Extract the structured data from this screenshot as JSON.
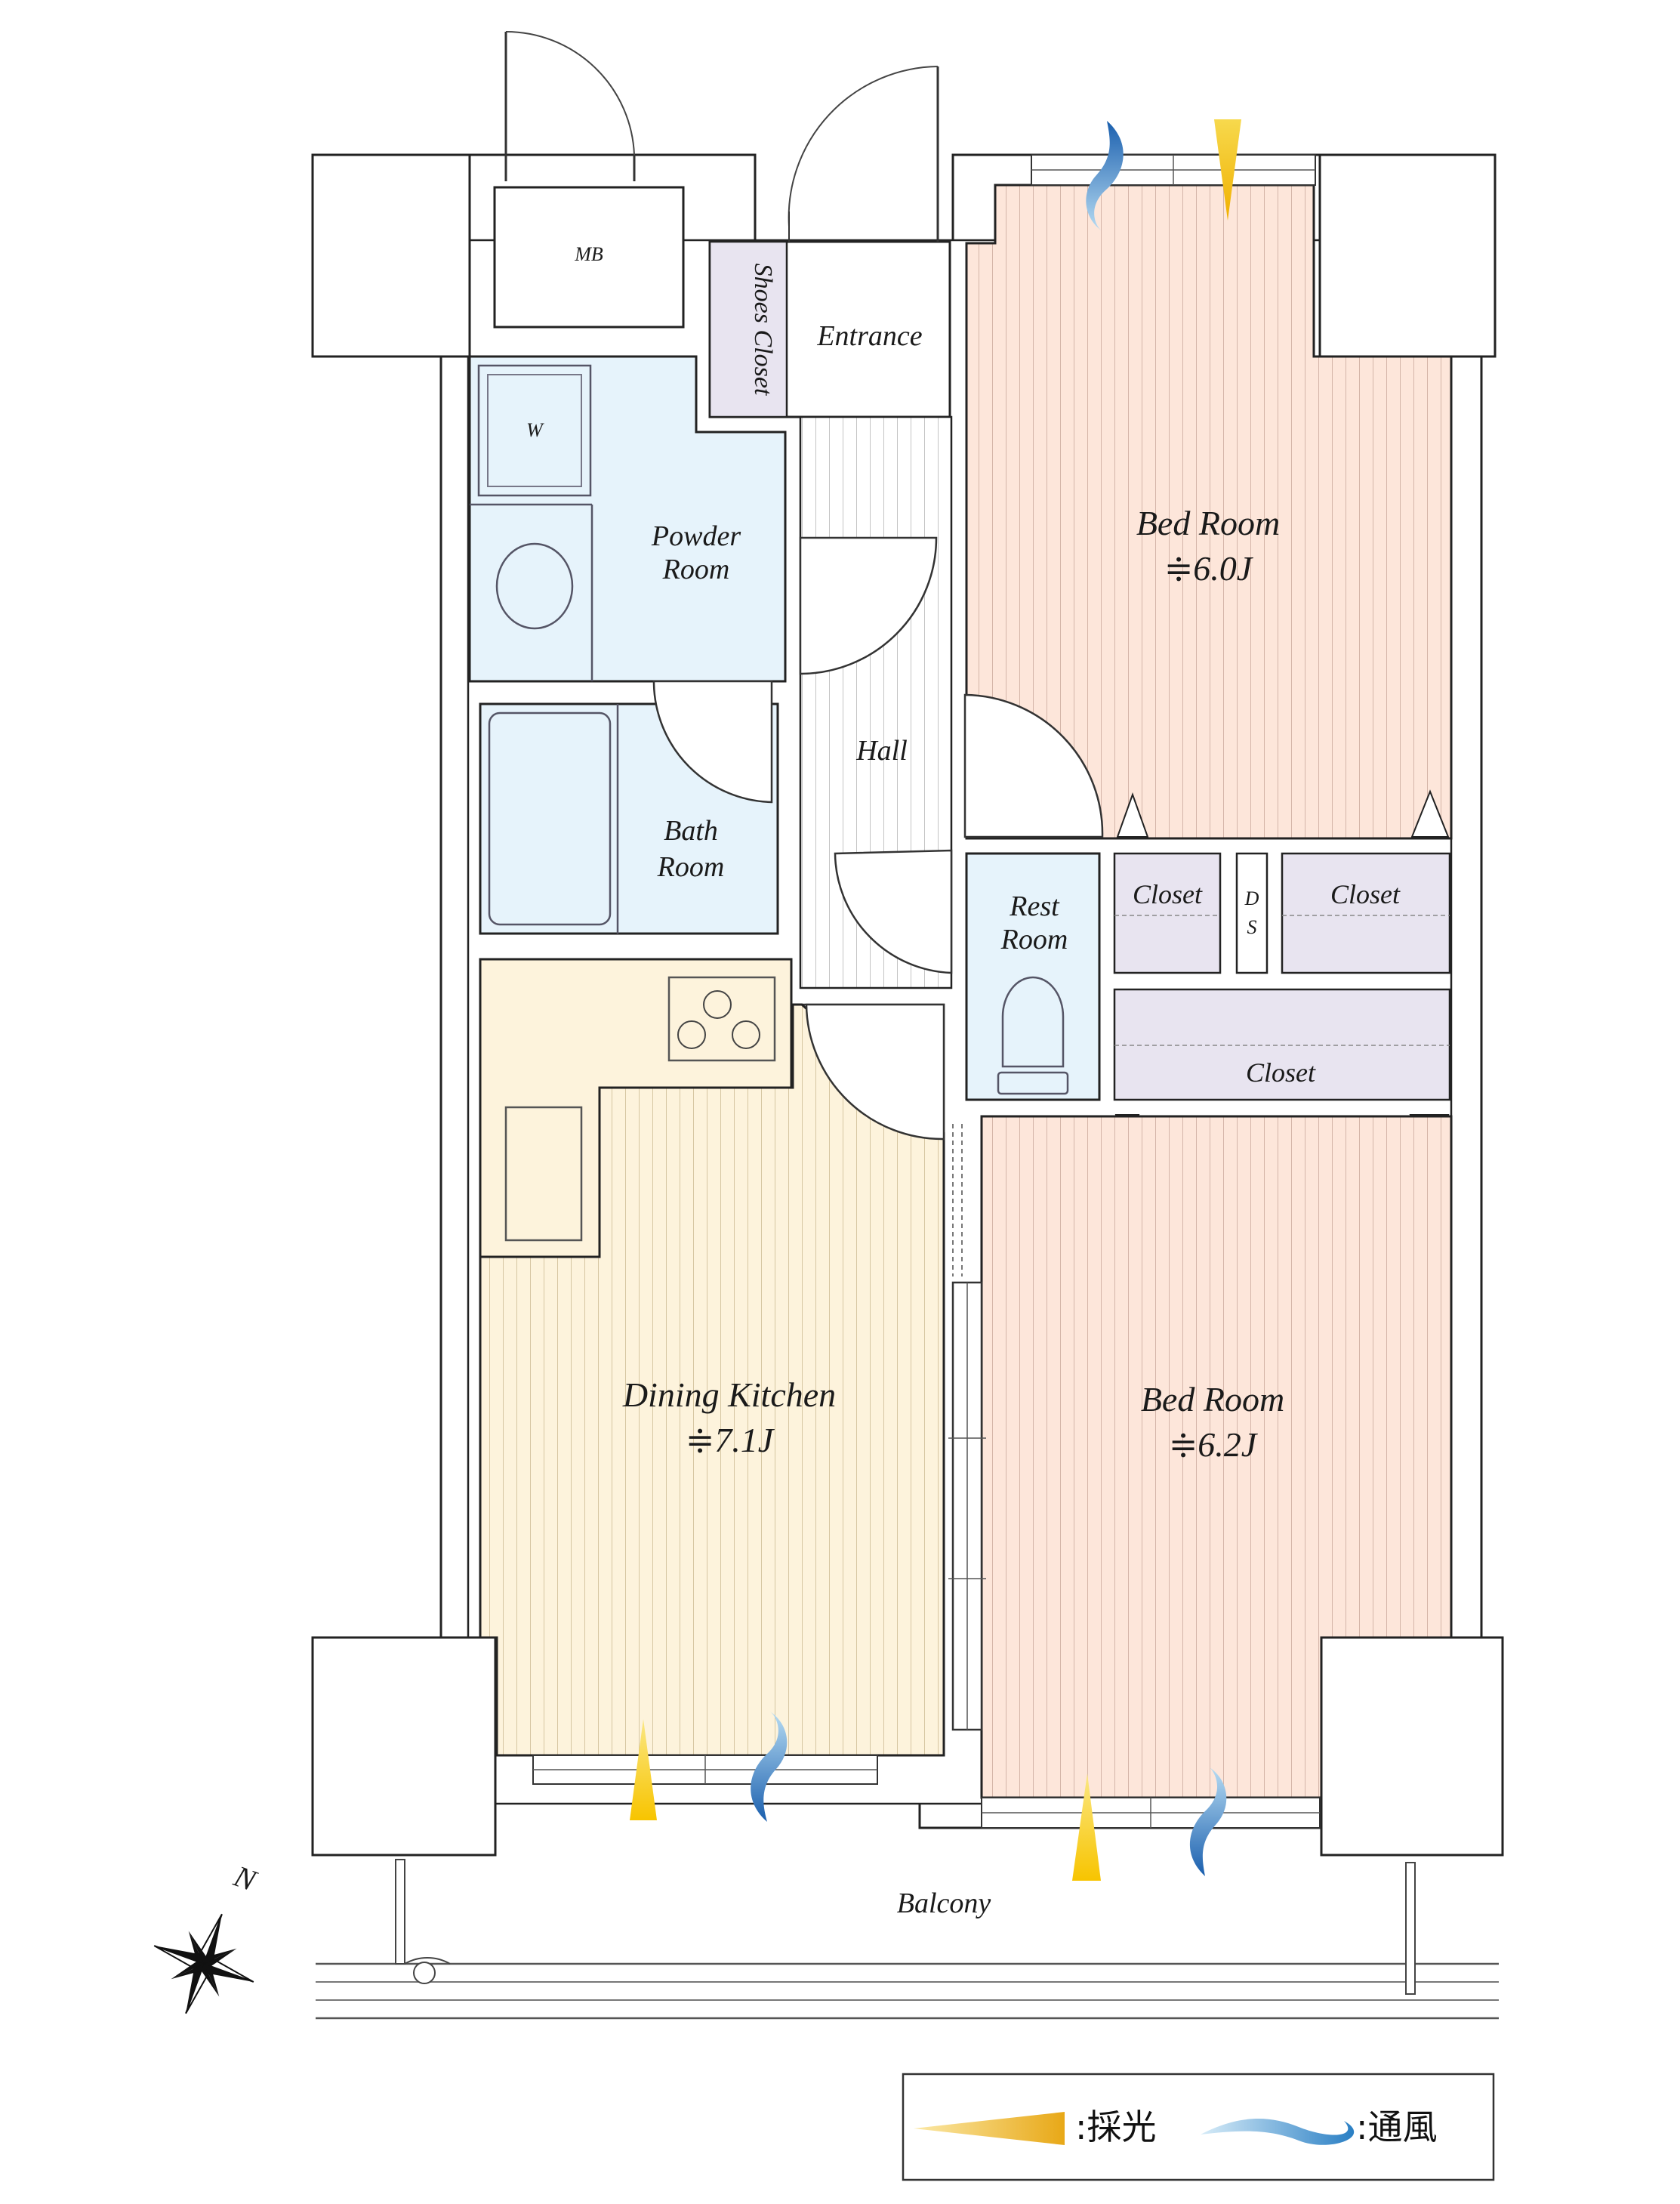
{
  "colors": {
    "bedroom": "#fde6da",
    "dining_kitchen": "#fdf3dc",
    "wet_area": "#e6f3fb",
    "closet": "#e8e4f0",
    "light_arrow": "#f5c21b",
    "wind_arrow": "#1f6fb8"
  },
  "rooms": {
    "mb": "MB",
    "shoes_closet": "Shoes Closet",
    "entrance": "Entrance",
    "washer": "W",
    "powder_room_line1": "Powder",
    "powder_room_line2": "Room",
    "bath_room_line1": "Bath",
    "bath_room_line2": "Room",
    "hall": "Hall",
    "rest_room_line1": "Rest",
    "rest_room_line2": "Room",
    "bed_room_north": "Bed Room",
    "bed_room_north_size": "≑6.0J",
    "closet_left": "Closet",
    "ds_d": "D",
    "ds_s": "S",
    "closet_right": "Closet",
    "closet_long": "Closet",
    "dining_kitchen": "Dining Kitchen",
    "dining_kitchen_size": "≑7.1J",
    "bed_room_south": "Bed Room",
    "bed_room_south_size": "≑6.2J",
    "balcony": "Balcony"
  },
  "compass": {
    "north_label": "N"
  },
  "legend": {
    "light_label": ":採光",
    "wind_label": ":通風"
  }
}
